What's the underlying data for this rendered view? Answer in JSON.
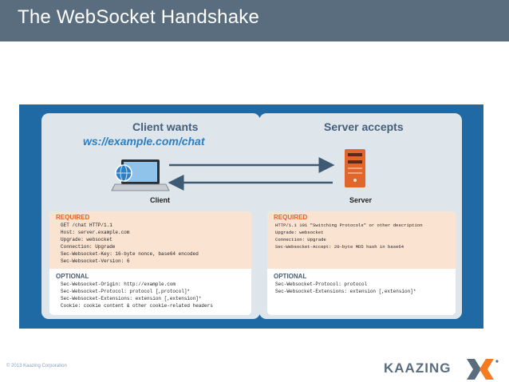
{
  "header": {
    "title": "The WebSocket Handshake"
  },
  "client": {
    "heading": "Client wants",
    "url": "ws://example.com/chat",
    "label": "Client",
    "required_label": "REQUIRED",
    "required_lines": [
      "GET /chat HTTP/1.1",
      "Host: server.example.com",
      "Upgrade: websocket",
      "Connection: Upgrade",
      "Sec-Websocket-Key: 16-byte nonce, base64 encoded",
      "Sec-Websocket-Version: 6"
    ],
    "optional_label": "OPTIONAL",
    "optional_lines": [
      "Sec-Websocket-Origin: http://example.com",
      "Sec-Websocket-Protocol: protocol [,protocol]*",
      "Sec-Websocket-Extensions: extension [,extension]*",
      "Cookie: cookie content & other cookie-related headers"
    ]
  },
  "server": {
    "heading": "Server accepts",
    "label": "Server",
    "required_label": "REQUIRED",
    "required_lines": [
      "HTTP/1.1 101 \"Switching Protocols\" or other description",
      "Upgrade: websocket",
      "Connection: Upgrade",
      "Sec-Websocket-Accept: 20-byte MD5 hash in base64"
    ],
    "optional_label": "OPTIONAL",
    "optional_lines": [
      "Sec-Websocket-Protocol: protocol",
      "Sec-Websocket-Extensions: extension [,extension]*"
    ]
  },
  "footer": {
    "copyright": "© 2013 Kaazing Corporation",
    "logo_text": "KAAZING"
  },
  "colors": {
    "title_bar": "#596d7e",
    "diagram_bg": "#1f6aa5",
    "required_bg": "#fbe3d2",
    "required_label": "#e2622a",
    "optional_label": "#4a5d6e",
    "logo_accent": "#f47b20"
  }
}
